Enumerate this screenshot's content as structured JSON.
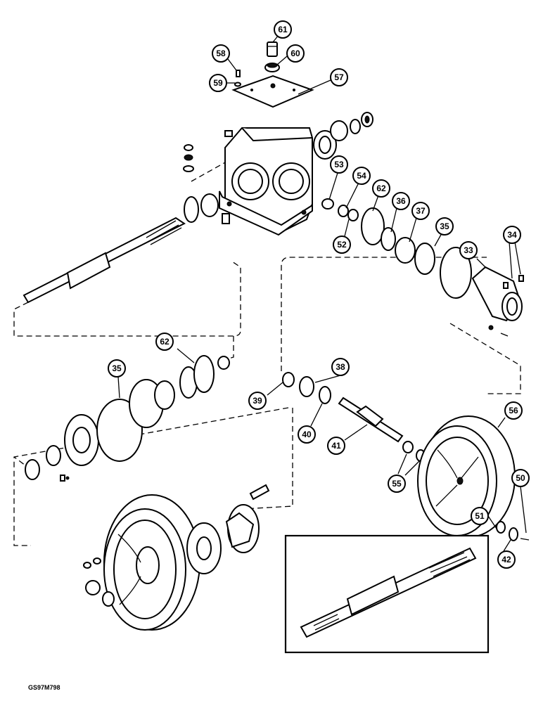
{
  "drawing_code": "GS97M798",
  "callouts": [
    {
      "id": "c61",
      "label": "61"
    },
    {
      "id": "c58",
      "label": "58"
    },
    {
      "id": "c60",
      "label": "60"
    },
    {
      "id": "c59",
      "label": "59"
    },
    {
      "id": "c57",
      "label": "57"
    },
    {
      "id": "c53",
      "label": "53"
    },
    {
      "id": "c54",
      "label": "54"
    },
    {
      "id": "c62a",
      "label": "62"
    },
    {
      "id": "c36",
      "label": "36"
    },
    {
      "id": "c37",
      "label": "37"
    },
    {
      "id": "c35a",
      "label": "35"
    },
    {
      "id": "c34",
      "label": "34"
    },
    {
      "id": "c52",
      "label": "52"
    },
    {
      "id": "c33",
      "label": "33"
    },
    {
      "id": "c62b",
      "label": "62"
    },
    {
      "id": "c35b",
      "label": "35"
    },
    {
      "id": "c38",
      "label": "38"
    },
    {
      "id": "c39",
      "label": "39"
    },
    {
      "id": "c40",
      "label": "40"
    },
    {
      "id": "c41",
      "label": "41"
    },
    {
      "id": "c56",
      "label": "56"
    },
    {
      "id": "c55",
      "label": "55"
    },
    {
      "id": "c50",
      "label": "50"
    },
    {
      "id": "c51",
      "label": "51"
    },
    {
      "id": "c42",
      "label": "42"
    }
  ]
}
